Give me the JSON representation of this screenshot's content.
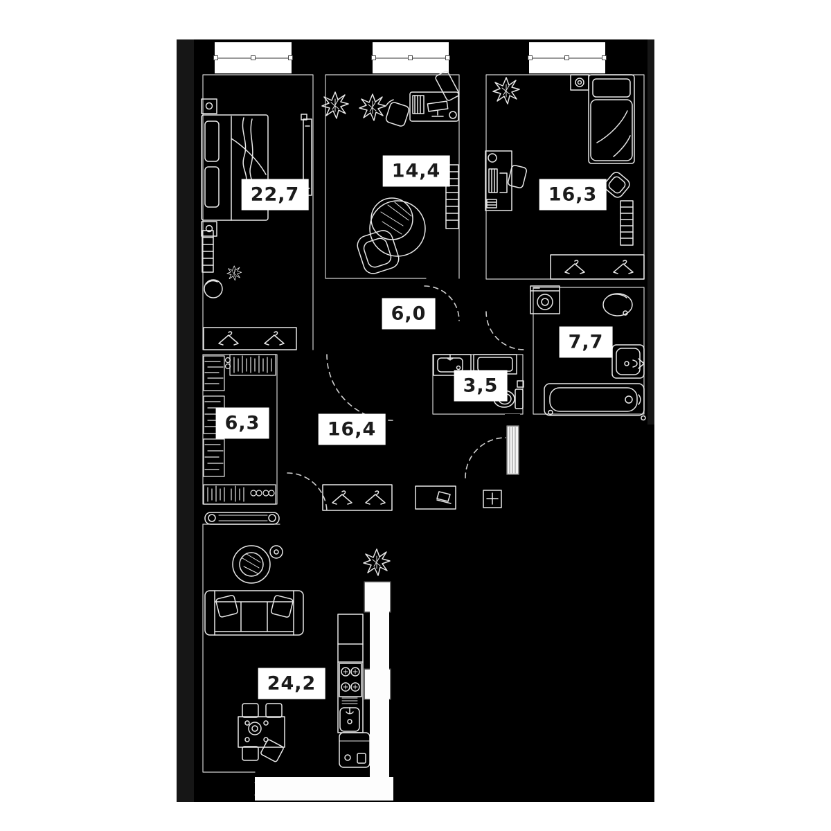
{
  "plan_title": "apartment-floor-plan",
  "rooms": [
    {
      "id": "bedroom-1",
      "area_label": "22,7",
      "furniture": [
        "double-bed",
        "nightstand",
        "plant",
        "radiator",
        "pouf",
        "wardrobe-hangers",
        "door-leaf"
      ]
    },
    {
      "id": "study",
      "area_label": "14,4",
      "furniture": [
        "desk-with-monitor",
        "desk-chair",
        "bookshelf",
        "round-lounge-chair",
        "bean-bag",
        "plant"
      ]
    },
    {
      "id": "bedroom-2",
      "area_label": "16,3",
      "furniture": [
        "single-bed",
        "nightstand-lamp",
        "desk",
        "desk-chair",
        "pouf",
        "radiator",
        "wardrobe-hangers",
        "plant"
      ]
    },
    {
      "id": "corridor",
      "area_label": "6,0",
      "furniture": []
    },
    {
      "id": "bathroom",
      "area_label": "7,7",
      "furniture": [
        "washing-machine",
        "wash-basin",
        "vanity-sink",
        "bathtub"
      ]
    },
    {
      "id": "wc",
      "area_label": "3,5",
      "furniture": [
        "sink-counter",
        "cabinet",
        "toilet"
      ]
    },
    {
      "id": "walk-in-closet",
      "area_label": "6,3",
      "furniture": [
        "shelving",
        "hanger-rod",
        "shoe-shelf"
      ]
    },
    {
      "id": "hallway",
      "area_label": "16,4",
      "furniture": [
        "wardrobe-hangers",
        "console-with-plant",
        "electric-panel",
        "entrance-door"
      ]
    },
    {
      "id": "living-kitchen",
      "area_label": "24,2",
      "furniture": [
        "sofa",
        "armchair",
        "side-table",
        "sideboard",
        "plant",
        "dining-table",
        "chairs",
        "kitchen-counter",
        "hob",
        "kitchen-sink",
        "fridge"
      ]
    }
  ],
  "openings": {
    "top_windows": 3,
    "entrance_door": 1,
    "balcony_glazing": "corner L-shaped, bottom of living room"
  },
  "palette": {
    "canvas": "#ffffff",
    "plan_backdrop": "#161616",
    "room_fill": "#000000",
    "line_art": "#e8e8e8",
    "label_bg": "#ffffff",
    "label_text": "#1b1b1b",
    "dashed_door_arc": "#cfcfcf"
  }
}
